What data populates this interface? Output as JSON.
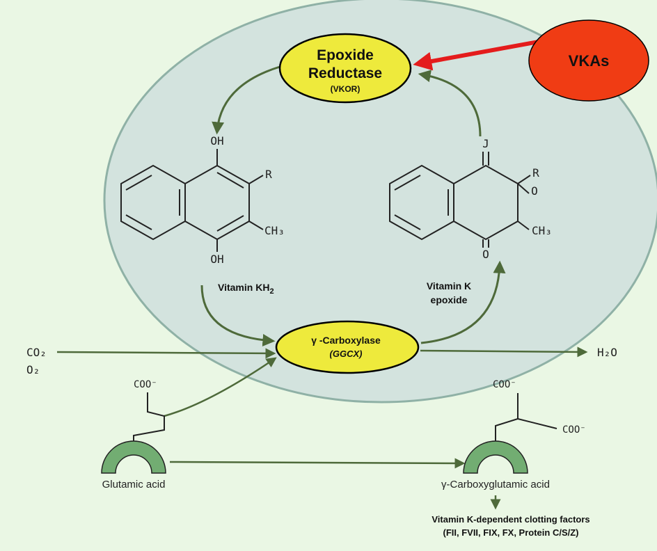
{
  "enzymes": {
    "epoxide_reductase": {
      "line1": "Epoxide",
      "line2": "Reductase",
      "abbr": "(VKOR)"
    },
    "carboxylase": {
      "line1": "γ -Carboxylase",
      "abbr": "(GGCX)"
    }
  },
  "inhibitor": {
    "label": "VKAs"
  },
  "compounds": {
    "vitamin_kh2": {
      "label": "Vitamin KH",
      "subscript": "2",
      "oh_top": "OH",
      "oh_bottom": "OH",
      "r": "R",
      "ch3": "CH₃"
    },
    "vitamin_k_epoxide": {
      "line1": "Vitamin K",
      "line2": "epoxide",
      "o_top": "J",
      "o_bottom": "O",
      "r": "R",
      "o_ring": "O",
      "ch3": "CH₃"
    },
    "glutamic_acid": {
      "label": "Glutamic acid",
      "coo": "COO⁻"
    },
    "carboxyglutamic_acid": {
      "label": "γ-Carboxyglutamic acid",
      "coo1": "COO⁻",
      "coo2": "COO⁻"
    }
  },
  "inputs": {
    "co2": "CO₂",
    "o2": "O₂"
  },
  "outputs": {
    "h2o": "H₂O"
  },
  "clotting": {
    "line1": "Vitamin K-dependent clotting factors",
    "line2": "(FII, FVII, FIX, FX, Protein C/S/Z)"
  },
  "colors": {
    "background": "#eaf7e4",
    "cell": "#d3e3de",
    "enzyme": "#eeea3c",
    "inhibitor": "#f03c14",
    "arrow": "#4e6a3a",
    "inhibit_arrow": "#e41c1c",
    "binding_site": "#72ad72"
  }
}
